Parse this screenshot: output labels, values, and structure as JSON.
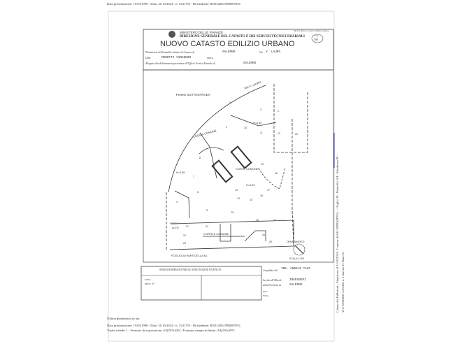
{
  "top_info": "Data presentazione: 19/03/1996 - Data: 31/10/2024 - n. T231755 - Richiedente: RNZGDE47B80H703C",
  "bottom_info": {
    "last": "Ultima planimetria in atti",
    "line1": "Data presentazione: 19/03/1996 - Data: 31/10/2024 - n. T231755 - Richiedente: RNZGDE47B80H703C",
    "line2": "Totale schede: 1 - Formato di acquisizione: A3(297x420) - Formato stampa richiesto: A4(210x297)"
  },
  "side_info": {
    "line1": "Catasto dei Fabbricati - Situazione al 31/10/2024 - Comune di SALERNO(H703) - < Foglio 58 - Particella 504 - Subalterno 80 >",
    "line2": "VIA VALERIO LAURO n. 5 Interno 25 Piano S1"
  },
  "header": {
    "ministry": "MINISTERO DELLE FINANZE",
    "direction": "DIREZIONE GENERALE DEL CATASTO E DEI SERVIZI TECNICI ERARIALI",
    "title": "NUOVO CATASTO EDILIZIO URBANO",
    "model": "Mod. N (Nuovo Catasto Edilizio Urbano)",
    "stamp_label": "Lire",
    "stamp_value": "300",
    "location_label": "Planimetria dell'immobile situato nel Comune di",
    "comune": "SALERNO",
    "via_label": "Via",
    "via": "V. LAURO",
    "ditta_label": "Ditta",
    "ditta": "MENOTTI VINCENZO",
    "born_label": "nato a",
    "annex_label": "Allegata alla dichiarazione presentata all'Ufficio Tecnico Erariale di",
    "office": "SALERNO"
  },
  "plan": {
    "floor": "PIANO SOTTOSTRADA",
    "street": "VIA V. LAURO",
    "loggia": "LOGGIA COMUNE",
    "corte": "CORTE COMUNE",
    "cortile": "CORTILE COMUNE",
    "posto_auto": [
      "POSTO",
      "AUTO"
    ],
    "heights": [
      "H=4.40",
      "H=2.85",
      "H=4.20"
    ],
    "sheet": "FOGLIO 58 PARTICELLA 61",
    "orientation": "ORIENTAMENTO",
    "scale": "SCALA 1:200",
    "numbers": [
      "1",
      "2",
      "3",
      "4",
      "5",
      "6",
      "7",
      "8",
      "9",
      "10",
      "11",
      "12",
      "13",
      "14",
      "15",
      "16",
      "17",
      "18",
      "19",
      "20",
      "21",
      "22",
      "23",
      "24",
      "25",
      "26",
      "27",
      "28",
      "29"
    ]
  },
  "footer_box": {
    "reserved": "SPAZIO RISERVATO PER LE ANNOTAZIONI D'UFFICIO",
    "date_label": "DATA",
    "prot_label": "PROT. N°",
    "compiled_label": "Compilata dal",
    "compiler": "ING. ANGELO TASC",
    "register_label": "Iscritto all'Albo de",
    "register": "INGEGNERI",
    "province_label": "della Provincia di",
    "province": "SALERNO",
    "data_label": "Data",
    "firma_label": "Firma"
  }
}
